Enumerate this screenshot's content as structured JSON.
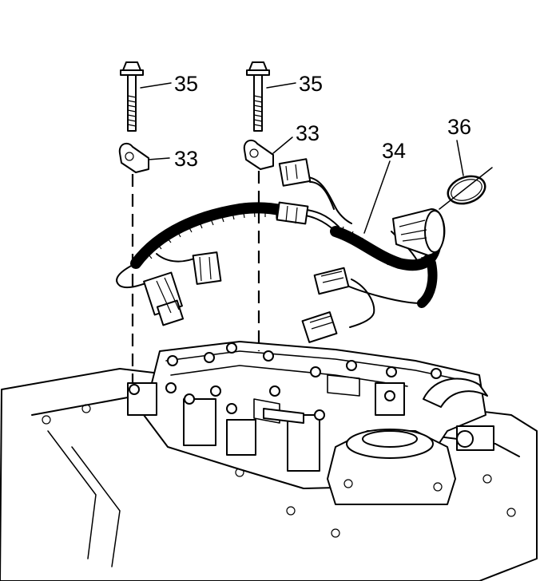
{
  "callouts": {
    "bolt_left": "35",
    "bolt_right": "35",
    "clip_left": "33",
    "clip_right": "33",
    "harness": "34",
    "seal": "36"
  },
  "colors": {
    "ink": "#000000",
    "background": "#ffffff"
  }
}
